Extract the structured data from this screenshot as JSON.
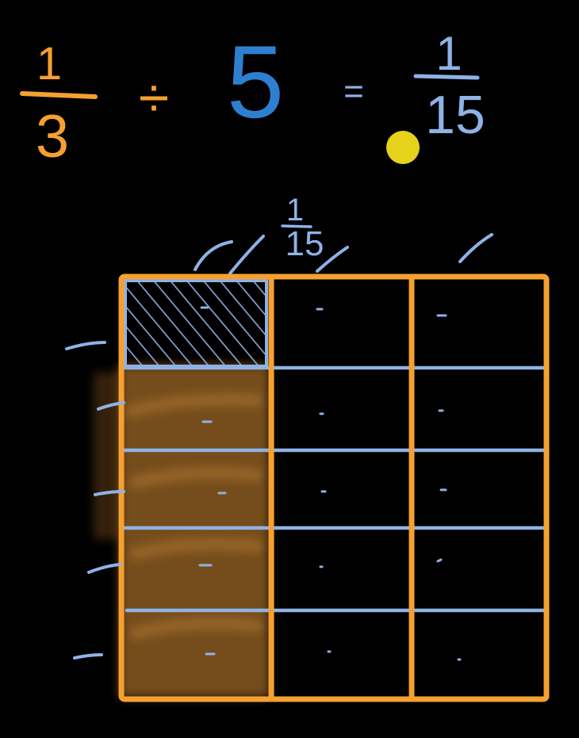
{
  "equation": {
    "left_numerator": "1",
    "left_denominator": "3",
    "operator": "÷",
    "divisor": "5",
    "equals": "=",
    "result_numerator": "1",
    "result_denominator": "15"
  },
  "grid_label": {
    "numerator": "1",
    "denominator": "15"
  },
  "grid": {
    "columns": 3,
    "rows": 5,
    "shaded_column": 1,
    "highlighted_cell": [
      1,
      1
    ]
  },
  "colors": {
    "background": "#000000",
    "orange": "#f5a030",
    "blue": "#2f7fd0",
    "light_blue": "#8fb2e6",
    "pointer": "#e6d21a",
    "shading": "#8a5a22"
  }
}
